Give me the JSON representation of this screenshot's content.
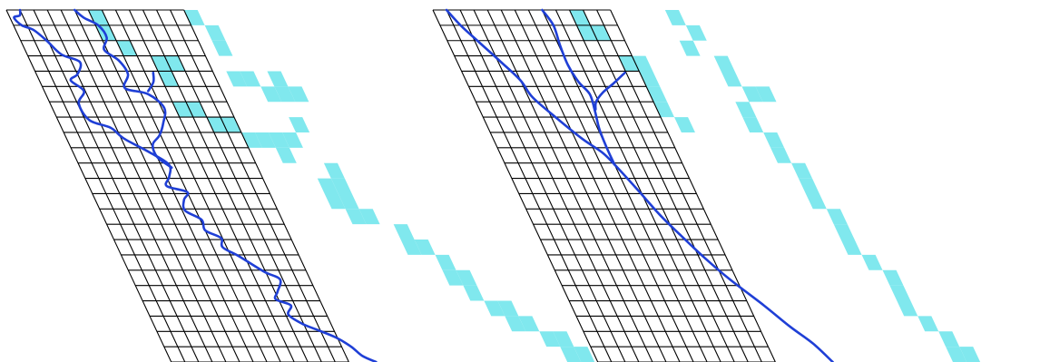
{
  "colors": {
    "background": "#ffffff",
    "grid_lines": "#000000",
    "highlighted_cell_fill": "#80e8ee",
    "river_stroke": "#1f3fd6"
  },
  "panels": [
    {
      "name": "left-lattice",
      "columns": 13,
      "rows": 23,
      "highlighted_cells": [
        [
          0,
          6
        ],
        [
          0,
          13
        ],
        [
          1,
          6
        ],
        [
          1,
          14
        ],
        [
          2,
          7
        ],
        [
          2,
          14
        ],
        [
          3,
          9
        ],
        [
          3,
          10
        ],
        [
          4,
          9
        ],
        [
          4,
          14
        ],
        [
          4,
          15
        ],
        [
          4,
          17
        ],
        [
          5,
          16
        ],
        [
          5,
          17
        ],
        [
          5,
          18
        ],
        [
          6,
          9
        ],
        [
          6,
          10
        ],
        [
          7,
          11
        ],
        [
          7,
          12
        ],
        [
          7,
          17
        ],
        [
          8,
          13
        ],
        [
          8,
          14
        ],
        [
          8,
          15
        ],
        [
          8,
          16
        ],
        [
          9,
          15
        ],
        [
          10,
          18
        ],
        [
          11,
          17
        ],
        [
          11,
          18
        ],
        [
          12,
          17
        ],
        [
          12,
          18
        ],
        [
          13,
          18
        ],
        [
          13,
          19
        ],
        [
          14,
          21
        ],
        [
          15,
          21
        ],
        [
          15,
          22
        ],
        [
          16,
          23
        ],
        [
          17,
          23
        ],
        [
          17,
          24
        ],
        [
          18,
          24
        ],
        [
          19,
          25
        ],
        [
          19,
          26
        ],
        [
          20,
          26
        ],
        [
          20,
          27
        ],
        [
          21,
          28
        ],
        [
          21,
          29
        ],
        [
          22,
          29
        ],
        [
          22,
          30
        ]
      ],
      "river_paths": [
        [
          [
            1.0,
            0.0
          ],
          [
            0.8,
            0.35
          ],
          [
            0.3,
            0.5
          ],
          [
            0.6,
            1.0
          ],
          [
            1.3,
            1.3
          ],
          [
            1.9,
            2.0
          ],
          [
            2.5,
            2.9
          ],
          [
            3.6,
            3.4
          ],
          [
            3.0,
            4.2
          ],
          [
            2.3,
            4.6
          ],
          [
            2.9,
            5.3
          ],
          [
            2.1,
            6.1
          ],
          [
            2.3,
            7.2
          ],
          [
            3.6,
            7.7
          ],
          [
            4.2,
            8.4
          ],
          [
            5.6,
            9.3
          ],
          [
            6.6,
            10.1
          ],
          [
            6.2,
            10.9
          ],
          [
            5.7,
            11.5
          ],
          [
            7.0,
            11.9
          ],
          [
            6.5,
            12.4
          ],
          [
            6.2,
            13.1
          ],
          [
            7.1,
            13.7
          ],
          [
            7.0,
            14.4
          ],
          [
            7.9,
            14.9
          ],
          [
            7.7,
            15.5
          ],
          [
            8.6,
            16.1
          ],
          [
            9.9,
            17.1
          ],
          [
            10.8,
            17.6
          ],
          [
            10.2,
            18.4
          ],
          [
            9.8,
            18.9
          ],
          [
            10.7,
            19.3
          ],
          [
            10.2,
            19.9
          ],
          [
            10.9,
            20.5
          ],
          [
            11.8,
            20.9
          ],
          [
            12.9,
            21.4
          ],
          [
            13.7,
            22.0
          ],
          [
            14.2,
            22.6
          ],
          [
            15.0,
            23.0
          ]
        ],
        [
          [
            5.0,
            0.0
          ],
          [
            5.4,
            0.5
          ],
          [
            6.2,
            1.0
          ],
          [
            6.4,
            1.8
          ],
          [
            5.8,
            2.6
          ],
          [
            6.5,
            3.3
          ],
          [
            6.7,
            4.2
          ],
          [
            6.0,
            5.1
          ],
          [
            7.5,
            5.5
          ],
          [
            8.2,
            6.4
          ],
          [
            7.6,
            7.4
          ],
          [
            6.9,
            8.2
          ],
          [
            6.1,
            8.8
          ],
          [
            6.0,
            9.6
          ],
          [
            6.7,
            10.3
          ]
        ],
        [
          [
            8.6,
            4.1
          ],
          [
            8.3,
            4.7
          ],
          [
            7.6,
            5.3
          ]
        ]
      ]
    },
    {
      "name": "right-lattice",
      "columns": 13,
      "rows": 23,
      "highlighted_cells": [
        [
          0,
          10
        ],
        [
          0,
          17
        ],
        [
          1,
          10
        ],
        [
          1,
          11
        ],
        [
          1,
          18
        ],
        [
          2,
          17
        ],
        [
          3,
          12
        ],
        [
          3,
          13
        ],
        [
          3,
          19
        ],
        [
          4,
          13
        ],
        [
          4,
          19
        ],
        [
          5,
          13
        ],
        [
          5,
          20
        ],
        [
          5,
          21
        ],
        [
          6,
          13
        ],
        [
          6,
          19
        ],
        [
          7,
          14
        ],
        [
          7,
          19
        ],
        [
          8,
          20
        ],
        [
          9,
          20
        ],
        [
          10,
          21
        ],
        [
          11,
          21
        ],
        [
          12,
          21
        ],
        [
          13,
          22
        ],
        [
          14,
          22
        ],
        [
          15,
          22
        ],
        [
          16,
          23
        ],
        [
          17,
          24
        ],
        [
          18,
          24
        ],
        [
          19,
          24
        ],
        [
          20,
          25
        ],
        [
          21,
          26
        ],
        [
          22,
          26
        ],
        [
          22,
          27
        ]
      ],
      "river_paths": [
        [
          [
            1.0,
            0.0
          ],
          [
            1.5,
            1.0
          ],
          [
            2.2,
            2.0
          ],
          [
            3.2,
            3.4
          ],
          [
            4.0,
            4.6
          ],
          [
            4.3,
            5.7
          ],
          [
            5.3,
            7.0
          ],
          [
            6.5,
            8.4
          ],
          [
            7.5,
            9.3
          ],
          [
            8.0,
            10.1
          ],
          [
            8.8,
            11.7
          ],
          [
            9.6,
            13.4
          ],
          [
            10.4,
            14.7
          ],
          [
            11.4,
            16.2
          ],
          [
            12.5,
            17.6
          ],
          [
            14.1,
            19.3
          ],
          [
            15.3,
            20.7
          ],
          [
            16.4,
            21.8
          ],
          [
            17.2,
            23.0
          ]
        ],
        [
          [
            8.0,
            0.0
          ],
          [
            8.3,
            1.0
          ],
          [
            8.1,
            2.3
          ],
          [
            8.0,
            3.6
          ],
          [
            8.2,
            4.7
          ],
          [
            8.6,
            5.5
          ],
          [
            8.4,
            6.6
          ],
          [
            8.1,
            7.8
          ],
          [
            8.0,
            9.1
          ],
          [
            8.0,
            10.1
          ]
        ],
        [
          [
            11.9,
            4.1
          ],
          [
            10.7,
            4.8
          ],
          [
            9.6,
            5.4
          ],
          [
            8.8,
            6.0
          ],
          [
            8.5,
            6.5
          ]
        ]
      ]
    }
  ]
}
